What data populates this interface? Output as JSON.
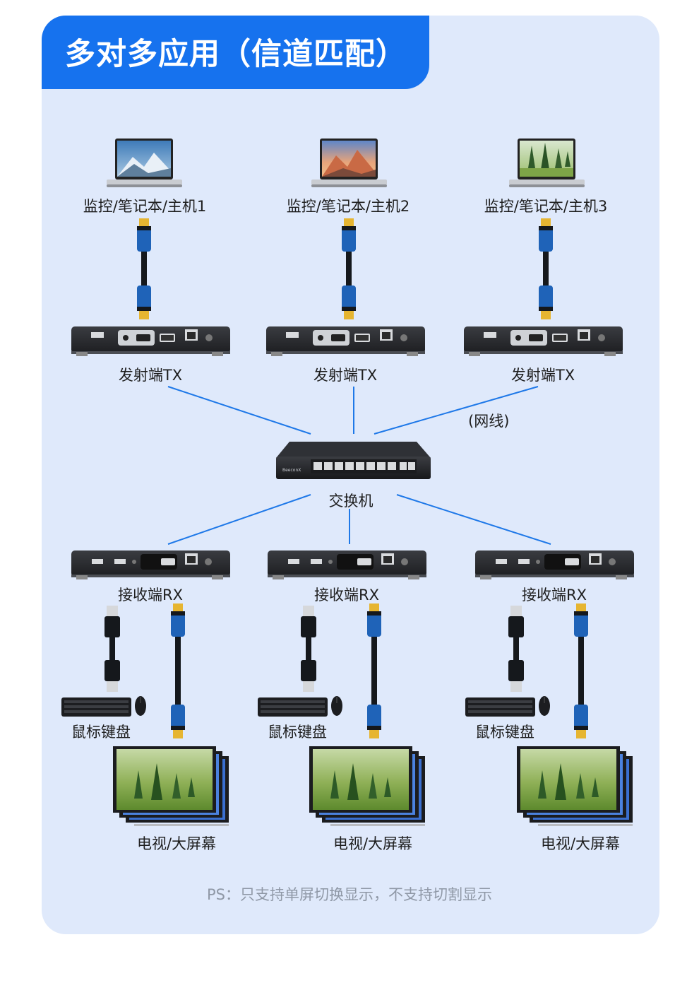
{
  "title": "多对多应用（信道匹配）",
  "sources": [
    {
      "label": "监控/笔记本/主机1"
    },
    {
      "label": "监控/笔记本/主机2"
    },
    {
      "label": "监控/笔记本/主机3"
    }
  ],
  "transmitters": [
    {
      "label": "发射端TX"
    },
    {
      "label": "发射端TX"
    },
    {
      "label": "发射端TX"
    }
  ],
  "network_cable_label": "(网线)",
  "switch": {
    "label": "交换机",
    "brand": "BeeconX"
  },
  "receivers": [
    {
      "label": "接收端RX"
    },
    {
      "label": "接收端RX"
    },
    {
      "label": "接收端RX"
    }
  ],
  "peripherals": [
    {
      "label": "鼠标键盘"
    },
    {
      "label": "鼠标键盘"
    },
    {
      "label": "鼠标键盘"
    }
  ],
  "displays": [
    {
      "label": "电视/大屏幕"
    },
    {
      "label": "电视/大屏幕"
    },
    {
      "label": "电视/大屏幕"
    }
  ],
  "footnote": "PS：只支持单屏切换显示，不支持切割显示",
  "colors": {
    "accent": "#1672ee",
    "panel": "#dfe9fb",
    "link_line": "#1e78e8",
    "hdmi_blue": "#1f63b8",
    "hdmi_gold": "#e6b531",
    "device_body": "#2b2d31"
  }
}
